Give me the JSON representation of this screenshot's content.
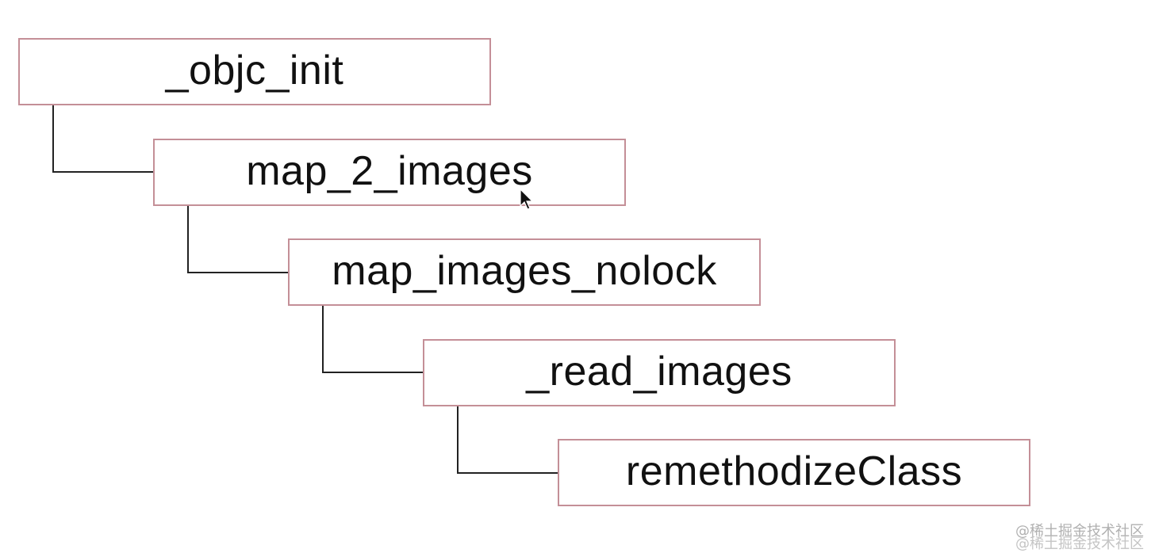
{
  "diagram": {
    "nodes": [
      {
        "label": "_objc_init"
      },
      {
        "label": "map_2_images"
      },
      {
        "label": "map_images_nolock"
      },
      {
        "label": "_read_images"
      },
      {
        "label": "remethodizeClass"
      }
    ],
    "edges": [
      {
        "from": 0,
        "to": 1
      },
      {
        "from": 1,
        "to": 2
      },
      {
        "from": 2,
        "to": 3
      },
      {
        "from": 3,
        "to": 4
      }
    ]
  },
  "watermark": {
    "line1": "@稀土掘金技术社区",
    "line2": "@稀土掘金技术社区"
  },
  "colors": {
    "node_border": "#c48f97",
    "connector": "#222222",
    "text": "#111111"
  },
  "icons": {
    "cursor": "mouse-pointer-icon"
  }
}
